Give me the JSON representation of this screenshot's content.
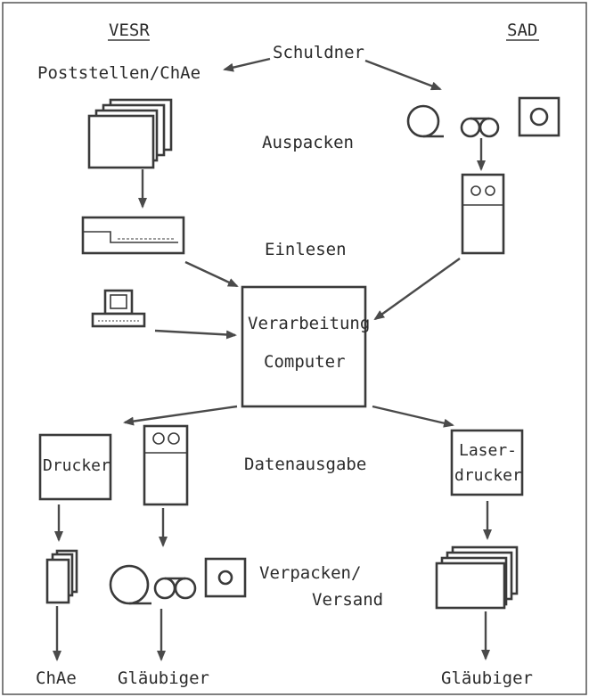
{
  "headers": {
    "left": "VESR",
    "right": "SAD"
  },
  "nodes": {
    "schuldner": "Schuldner",
    "poststellen": "Poststellen/ChAe",
    "auspacken": "Auspacken",
    "einlesen": "Einlesen",
    "computer_line1": "Verarbeitung",
    "computer_line2": "Computer",
    "drucker": "Drucker",
    "laser_line1": "Laser-",
    "laser_line2": "drucker",
    "datenausgabe": "Datenausgabe",
    "verpacken_line1": "Verpacken/",
    "verpacken_line2": "Versand"
  },
  "outputs": {
    "chae": "ChAe",
    "glaeubiger_left": "Gläubiger",
    "glaeubiger_right": "Gläubiger"
  },
  "icons": [
    "document-stack-icon",
    "tape-reel-icon",
    "cassette-icon",
    "diskette-icon",
    "tape-drive-icon",
    "document-reader-icon",
    "terminal-icon",
    "computer-box",
    "printer-box",
    "laser-printer-box"
  ],
  "colors": {
    "ink": "#3a3a3a",
    "background": "#ffffff"
  }
}
